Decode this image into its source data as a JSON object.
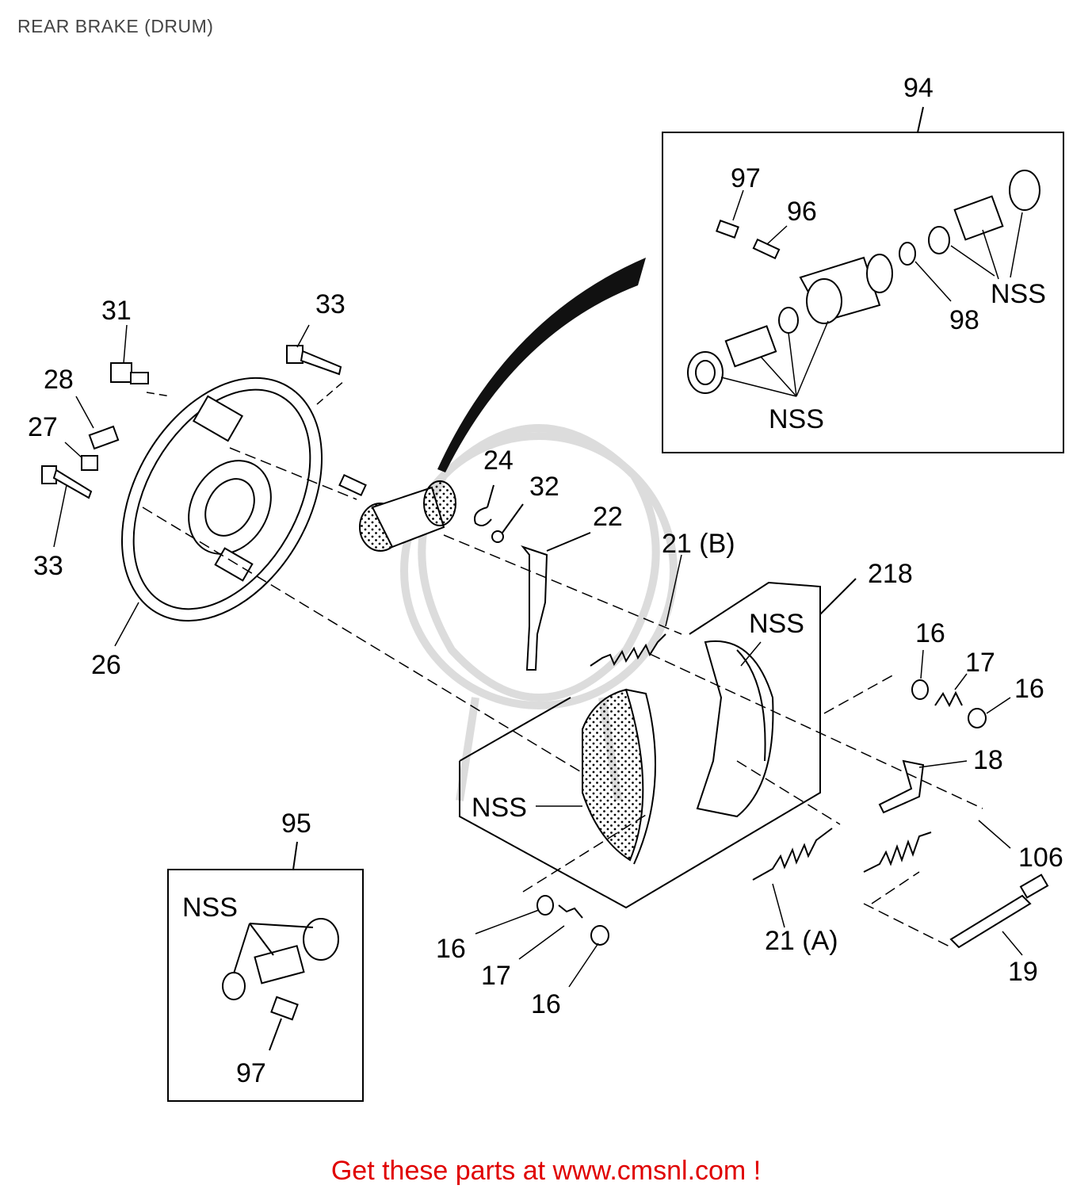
{
  "title": "REAR BRAKE (DRUM)",
  "footer": "Get these parts at www.cmsnl.com !",
  "colors": {
    "footer": "#e00000",
    "title": "#444444",
    "line": "#000000",
    "watermark": "#dddddd"
  },
  "labels": {
    "l94": "94",
    "l97a": "97",
    "l96": "96",
    "l98": "98",
    "nss_top_right": "NSS",
    "nss_top_bottom": "NSS",
    "l31": "31",
    "l33a": "33",
    "l28": "28",
    "l27": "27",
    "l33b": "33",
    "l26": "26",
    "l24": "24",
    "l32": "32",
    "l22": "22",
    "l21b": "21 (B)",
    "l218": "218",
    "nss_shoe_right": "NSS",
    "l16a": "16",
    "l17a": "17",
    "l16b": "16",
    "l18": "18",
    "nss_shoe_left": "NSS",
    "l106": "106",
    "l95": "95",
    "nss_kit": "NSS",
    "l97b": "97",
    "l16c": "16",
    "l17b": "17",
    "l16d": "16",
    "l21a": "21 (A)",
    "l19": "19"
  }
}
